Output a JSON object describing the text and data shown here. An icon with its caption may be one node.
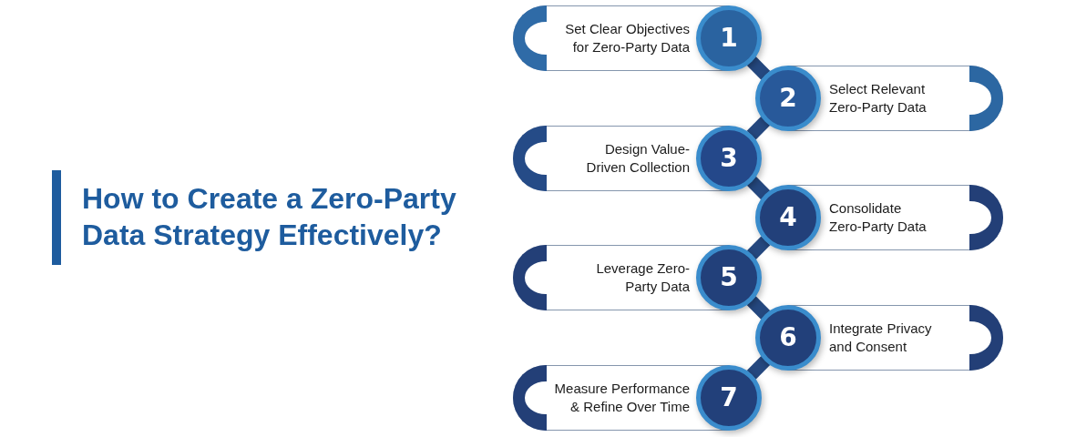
{
  "diagram": {
    "title": "How to Create a Zero-Party Data Strategy Effectively?",
    "nodes": [
      {
        "text": [
          "Set Clear Objectives for Zero-Party Data"
        ]
      },
      {
        "text": [
          "1"
        ]
      },
      {
        "text": [
          "Select Relevant Zero-Party Data"
        ]
      },
      {
        "text": [
          "2"
        ]
      },
      {
        "text": [
          "Design Value-Driven Collection"
        ]
      },
      {
        "text": [
          "3"
        ]
      },
      {
        "text": [
          "Consolidate Zero-Party Data"
        ]
      },
      {
        "text": [
          "4"
        ]
      },
      {
        "text": [
          "Leverage Zero-Party Data"
        ]
      },
      {
        "text": [
          "5"
        ]
      },
      {
        "text": [
          "Integrate Privacy and Consent"
        ]
      },
      {
        "text": [
          "6"
        ]
      },
      {
        "text": [
          "Measure Performance & Refine Over Time"
        ]
      },
      {
        "text": [
          "7"
        ]
      }
    ],
    "edges": [
      {
        "from": 1,
        "to": 3,
        "arrow": "none"
      },
      {
        "from": 3,
        "to": 5,
        "arrow": "none"
      },
      {
        "from": 5,
        "to": 7,
        "arrow": "none"
      },
      {
        "from": 7,
        "to": 9,
        "arrow": "none"
      },
      {
        "from": 9,
        "to": 11,
        "arrow": "none"
      },
      {
        "from": 11,
        "to": 13,
        "arrow": "none"
      }
    ]
  }
}
